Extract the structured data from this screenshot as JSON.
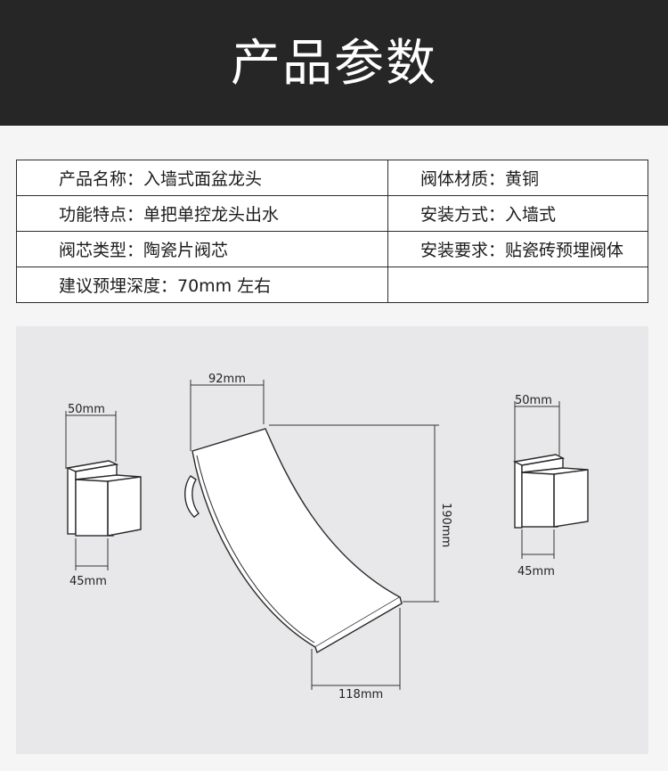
{
  "header": {
    "title": "产品参数"
  },
  "specs": {
    "rows": [
      {
        "left": "产品名称：入墙式面盆龙头",
        "right": "阀体材质：黄铜"
      },
      {
        "left": "功能特点：单把单控龙头出水",
        "right": "安装方式：入墙式"
      },
      {
        "left": "阀芯类型：陶瓷片阀芯",
        "right": "安装要求：贴瓷砖预埋阀体"
      },
      {
        "left": "建议预埋深度：70mm 左右",
        "right": ""
      }
    ]
  },
  "diagram": {
    "left_handle": {
      "top_dim": "50mm",
      "bottom_dim": "45mm"
    },
    "spout": {
      "top_dim": "92mm",
      "side_dim": "190mm",
      "bottom_dim": "118mm"
    },
    "right_handle": {
      "top_dim": "50mm",
      "bottom_dim": "45mm"
    }
  }
}
